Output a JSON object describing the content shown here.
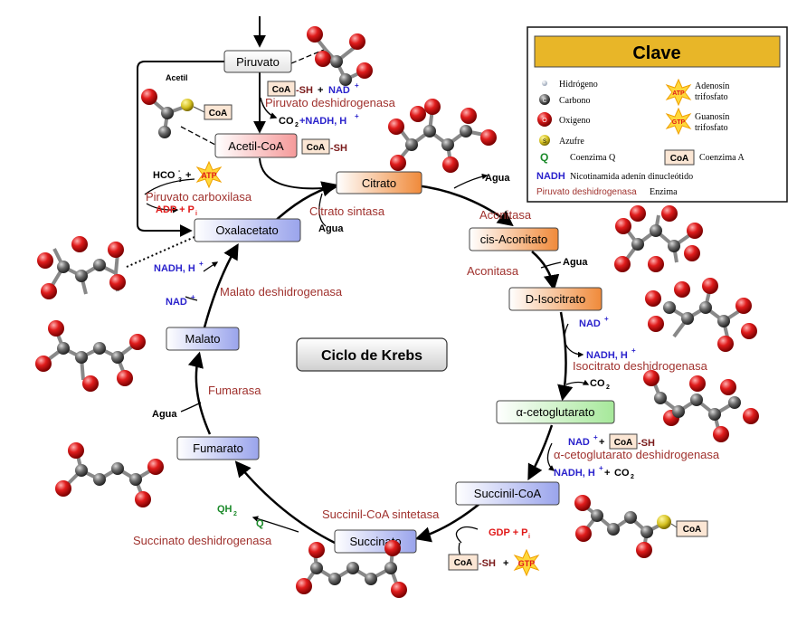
{
  "title": "Ciclo de Krebs",
  "metabolites": {
    "piruvato": "Piruvato",
    "acetil_coa": "Acetil-CoA",
    "citrato": "Citrato",
    "cis_aconitato": "cis-Aconitato",
    "d_isocitrato": "D-Isocitrato",
    "a_cetoglutarato": "α-cetoglutarato",
    "succinil_coa": "Succinil-CoA",
    "succinato": "Succinato",
    "fumarato": "Fumarato",
    "malato": "Malato",
    "oxalacetato": "Oxalacetato"
  },
  "enzymes": {
    "piruvato_deshidrogenasa": "Piruvato deshidrogenasa",
    "piruvato_carboxilasa": "Piruvato carboxilasa",
    "citrato_sintasa": "Citrato sintasa",
    "aconitasa_1": "Aconitasa",
    "aconitasa_2": "Aconitasa",
    "isocitrato_deshidrogenasa": "Isocitrato deshidrogenasa",
    "a_cetoglutarato_deshidrogenasa": "α-cetoglutarato deshidrogenasa",
    "succinil_coa_sintetasa": "Succinil-CoA sintetasa",
    "succinato_deshidrogenasa": "Succinato deshidrogenasa",
    "fumarasa": "Fumarasa",
    "malato_deshidrogenasa": "Malato deshidrogenasa"
  },
  "labels": {
    "acetil": "Acetil",
    "coa": "CoA",
    "sh": "-SH",
    "plus": "+",
    "nad": "NAD",
    "plus_sup": "+",
    "co2": "CO",
    "sub2": "2",
    "nadh_h": "NADH, H",
    "comma_nadh": "+NADH, H",
    "hco": "HCO",
    "sub3": "3",
    "minus": "-",
    "atp": "ATP",
    "gtp": "GTP",
    "adp_p": "ADP + P",
    "gdp_p": "GDP + P",
    "sub_i": "i",
    "agua": "Agua",
    "qh": "QH",
    "q": "Q"
  },
  "legend": {
    "title": "Clave",
    "hidrogeno": "Hidrógeno",
    "carbono": "Carbono",
    "oxigeno": "Oxigeno",
    "azufre": "Azufre",
    "adenosin": "Adenosín",
    "trifosfato_1": "trifosfato",
    "guanosin": "Guanosín",
    "trifosfato_2": "trifosfato",
    "q_symbol": "Q",
    "coenzima_q": "Coenzima Q",
    "coa_symbol": "CoA",
    "coenzima_a": "Coenzima A",
    "nadh_symbol": "NADH",
    "nadh_desc": "Nicotinamida adenín dinucleótido",
    "enzyme_example": "Piruvato deshidrogenasa",
    "enzima": "Enzima",
    "atom_s": "S",
    "atom_c": "C",
    "atom_o": "O",
    "atp": "ATP",
    "gtp": "GTP"
  },
  "colors": {
    "enzyme": "#a0322e",
    "nad": "#2a22cc",
    "red_text": "#e01818",
    "green": "#1b8a2a",
    "legend_header": "#e8b628",
    "oxygen": "#d91a1a",
    "carbon": "#555555"
  }
}
